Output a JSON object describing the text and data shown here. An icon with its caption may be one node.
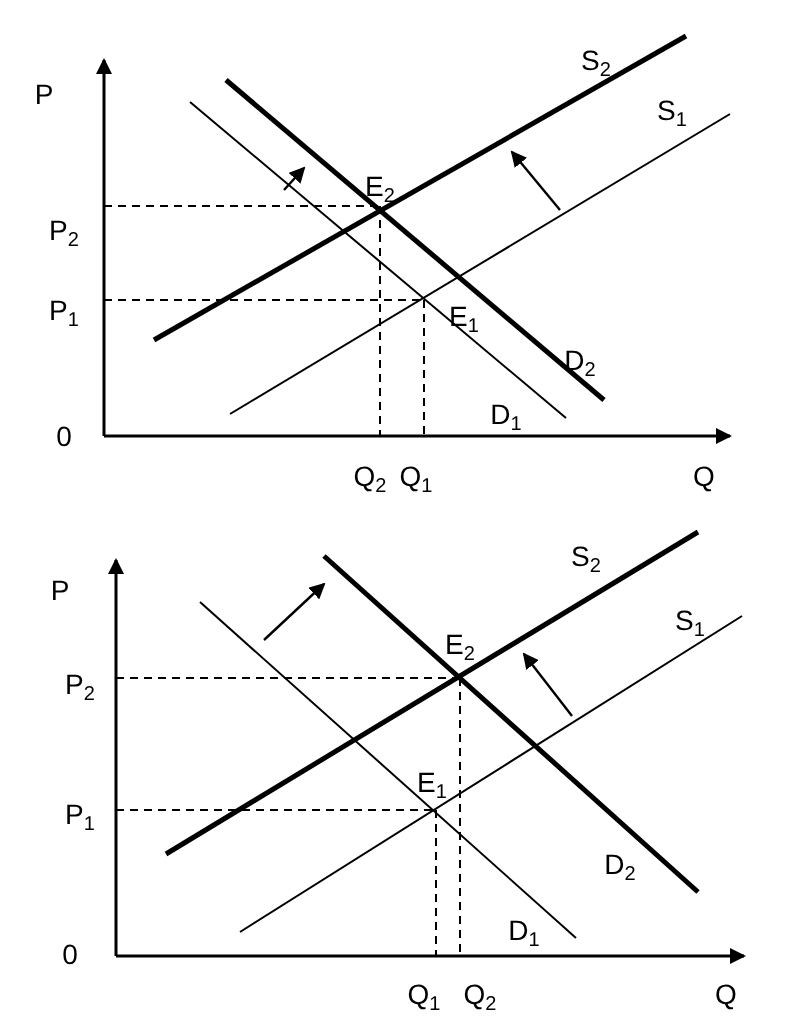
{
  "diagram": {
    "labels": [
      "S$_{2}$",
      "P",
      "S$_{1}$",
      "E$_{2}$",
      "P$_{2}$",
      "P$_{1}$",
      "E$_{1}$",
      "D$_{2}$",
      "D$_{1}$",
      "0",
      "Q$_{2}$",
      "Q$_{1}$",
      "Q",
      "P",
      "S$_{2}$",
      "S$_{1}$",
      "E$_{2}$",
      "P$_{2}$",
      "E$_{1}$",
      "P$_{1}$",
      "D$_{2}$",
      "D$_{1}$",
      "0",
      "Q$_{1}$",
      "Q$_{2}$",
      "Q"
    ]
  }
}
